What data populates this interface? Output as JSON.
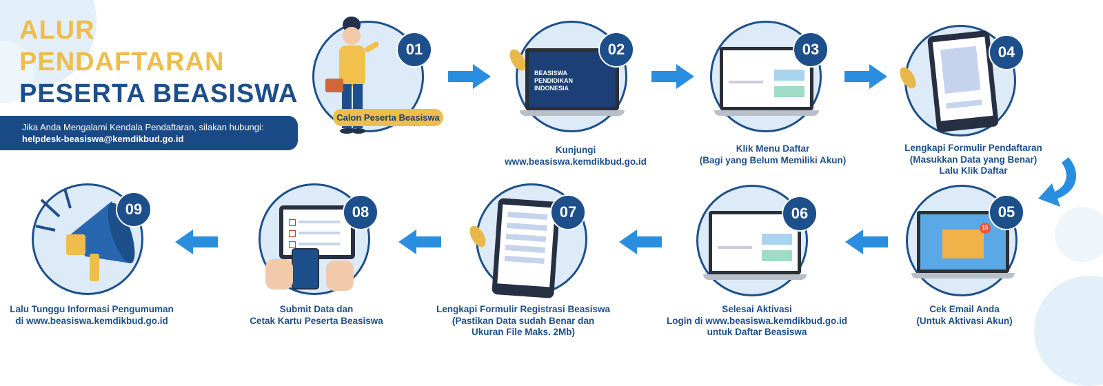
{
  "header": {
    "title_line1": "ALUR",
    "title_line2": "PENDAFTARAN",
    "title_line3": "PESERTA BEASISWA",
    "help_text": "Jika Anda Mengalami Kendala Pendaftaran, silakan hubungi:",
    "help_email": "helpdesk-beasiswa@kemdikbud.go.id"
  },
  "person_label": "Calon Peserta Beasiswa",
  "screen_text": {
    "step02_l1": "BEASISWA",
    "step02_l2": "PENDIDIKAN",
    "step02_l3": "INDONESIA",
    "step05_badge": "15"
  },
  "steps": [
    {
      "number": "01",
      "caption": []
    },
    {
      "number": "02",
      "caption": [
        "Kunjungi",
        "www.beasiswa.kemdikbud.go.id"
      ]
    },
    {
      "number": "03",
      "caption": [
        "Klik Menu Daftar",
        "(Bagi yang Belum Memiliki Akun)"
      ]
    },
    {
      "number": "04",
      "caption": [
        "Lengkapi Formulir Pendaftaran",
        "(Masukkan Data yang Benar)",
        "Lalu Klik Daftar"
      ]
    },
    {
      "number": "05",
      "caption": [
        "Cek Email Anda",
        "(Untuk Aktivasi Akun)"
      ]
    },
    {
      "number": "06",
      "caption": [
        "Selesai Aktivasi",
        "Login di www.beasiswa.kemdikbud.go.id",
        "untuk Daftar Beasiswa"
      ]
    },
    {
      "number": "07",
      "caption": [
        "Lengkapi Formulir Registrasi Beasiswa",
        "(Pastikan Data sudah Benar dan",
        "Ukuran File Maks. 2Mb)"
      ]
    },
    {
      "number": "08",
      "caption": [
        "Submit Data dan",
        "Cetak Kartu Peserta Beasiswa"
      ]
    },
    {
      "number": "09",
      "caption": [
        "Lalu Tunggu Informasi Pengumuman",
        "di www.beasiswa.kemdikbud.go.id"
      ]
    }
  ],
  "colors": {
    "primary_blue": "#1d4f8b",
    "accent_yellow": "#eebd4c",
    "light_blue": "#dcebf7",
    "arrow_blue": "#2a8ee0"
  }
}
